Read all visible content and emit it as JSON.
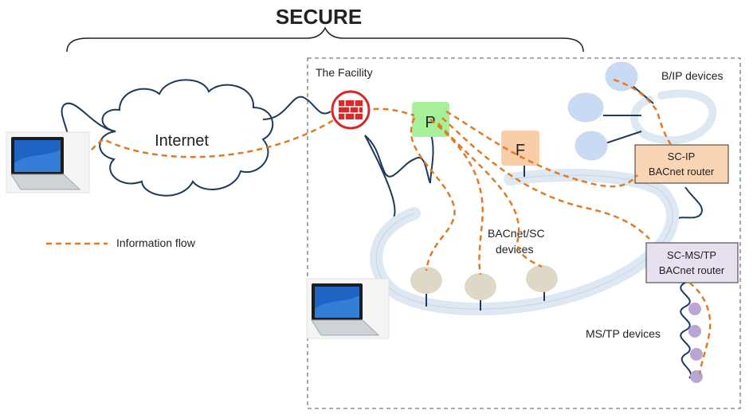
{
  "header": {
    "title": "SECURE",
    "title_color": "#21b26b"
  },
  "cloud": {
    "label": "Internet"
  },
  "facility": {
    "label": "The Facility"
  },
  "legend": {
    "label": "Information flow",
    "flow_color": "#e07b24"
  },
  "nodes": {
    "primary_hub": {
      "label": "P",
      "color": "#a6f09a"
    },
    "failover_hub": {
      "label": "F",
      "color": "#f9cda8"
    }
  },
  "groups": {
    "bip": {
      "label": "B/IP devices",
      "color": "#c9daf3"
    },
    "sc": {
      "label_line1": "BACnet/SC",
      "label_line2": "devices",
      "color": "#ddd9c6"
    },
    "mstp": {
      "label": "MS/TP devices",
      "color": "#b9a6d4"
    }
  },
  "routers": {
    "sc_ip": {
      "line1": "SC-IP",
      "line2": "BACnet router",
      "color": "#f9d5b6"
    },
    "sc_mstp": {
      "line1": "SC-MS/TP",
      "line2": "BACnet router",
      "color": "#e6e0ef"
    }
  },
  "colors": {
    "network_ring": "#dde8f3",
    "wire": "#1f3b5a",
    "firewall": "#d62a2a"
  }
}
